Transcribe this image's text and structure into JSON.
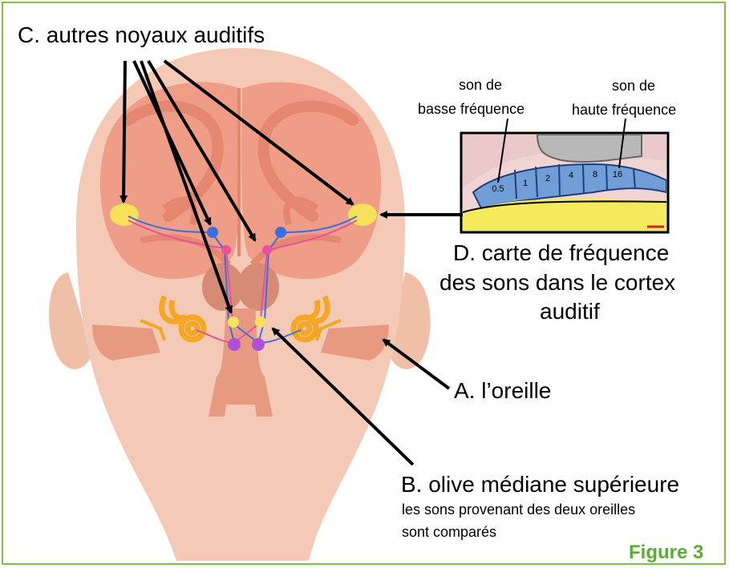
{
  "labels": {
    "c_title": "C. autres noyaux auditifs",
    "low_freq_line1": "son de",
    "low_freq_line2": "basse fréquence",
    "high_freq_line1": "son de",
    "high_freq_line2": "haute fréquence",
    "d_line1": "D. carte de fréquence",
    "d_line2": "des sons dans le cortex",
    "d_line3": "auditif",
    "a_label": "A. l’oreille",
    "b_title": "B. olive médiane supérieure",
    "b_desc1": "les sons provenant des deux oreilles",
    "b_desc2": "sont comparés",
    "figure_label": "Figure 3"
  },
  "frequency_map": {
    "values": [
      "0.5",
      "1",
      "2",
      "4",
      "8",
      "16"
    ]
  },
  "colors": {
    "border": "#7dc242",
    "figure_label": "#5aae32",
    "skin": "#f4c9b5",
    "brain": "#ef9d86",
    "ear_canal": "#e89a80",
    "cochlea": "#f5a623",
    "nucleus_yellow": "#f7e15a",
    "nucleus_blue": "#3b6fe0",
    "nucleus_pink": "#e8529b",
    "nucleus_purple": "#b04fd8",
    "cortex_map_blue": "#6f9fd6",
    "cortex_map_yellow": "#f5ea5c"
  }
}
